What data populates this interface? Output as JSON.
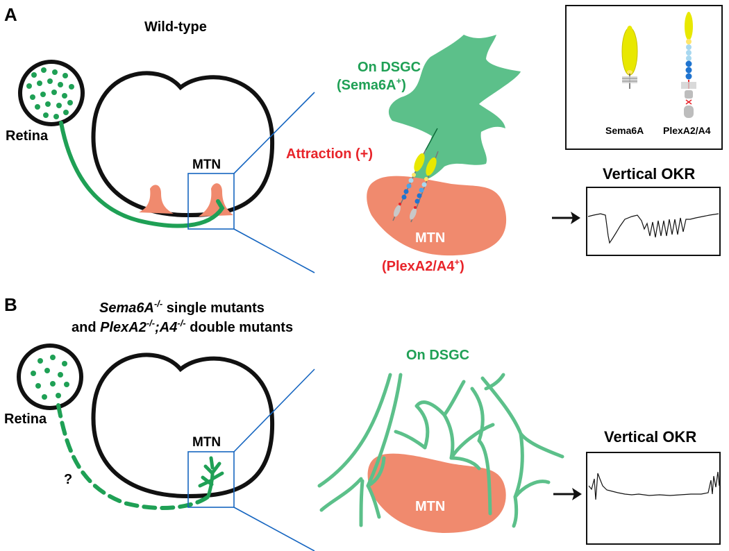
{
  "panel_a": {
    "letter": "A",
    "condition_title": "Wild-type",
    "retina_label": "Retina",
    "mtn_label": "MTN",
    "cell_label_line1": "On DSGC",
    "cell_label_line2_base": "(Sema6A",
    "cell_label_line2_sup": "+",
    "cell_label_line2_end": ")",
    "attraction_label": "Attraction (+)",
    "mtn_blob_label": "MTN",
    "mtn_marker_base": "(PlexA2/A4",
    "mtn_marker_sup": "+",
    "mtn_marker_end": ")",
    "inset_left_label": "Sema6A",
    "inset_right_label": "PlexA2/A4",
    "okr_title": "Vertical OKR"
  },
  "panel_b": {
    "letter": "B",
    "title_line1_italic": "Sema6A",
    "title_line1_sup": "-/-",
    "title_line1_rest": " single mutants",
    "title_line2_pre": "and ",
    "title_line2_italic": "PlexA2",
    "title_line2_sup1": "-/-",
    "title_line2_italic2": ";A4",
    "title_line2_sup2": "-/-",
    "title_line2_rest": " double mutants",
    "retina_label": "Retina",
    "unknown_mark": "?",
    "mtn_label": "MTN",
    "cell_label": "On DSGC",
    "mtn_blob_label": "MTN",
    "okr_title": "Vertical OKR"
  },
  "colors": {
    "green": "#1fa055",
    "green_fill": "#5cc08a",
    "salmon": "#f08a6e",
    "red_text": "#e8242a",
    "line_blue": "#1565c0"
  }
}
